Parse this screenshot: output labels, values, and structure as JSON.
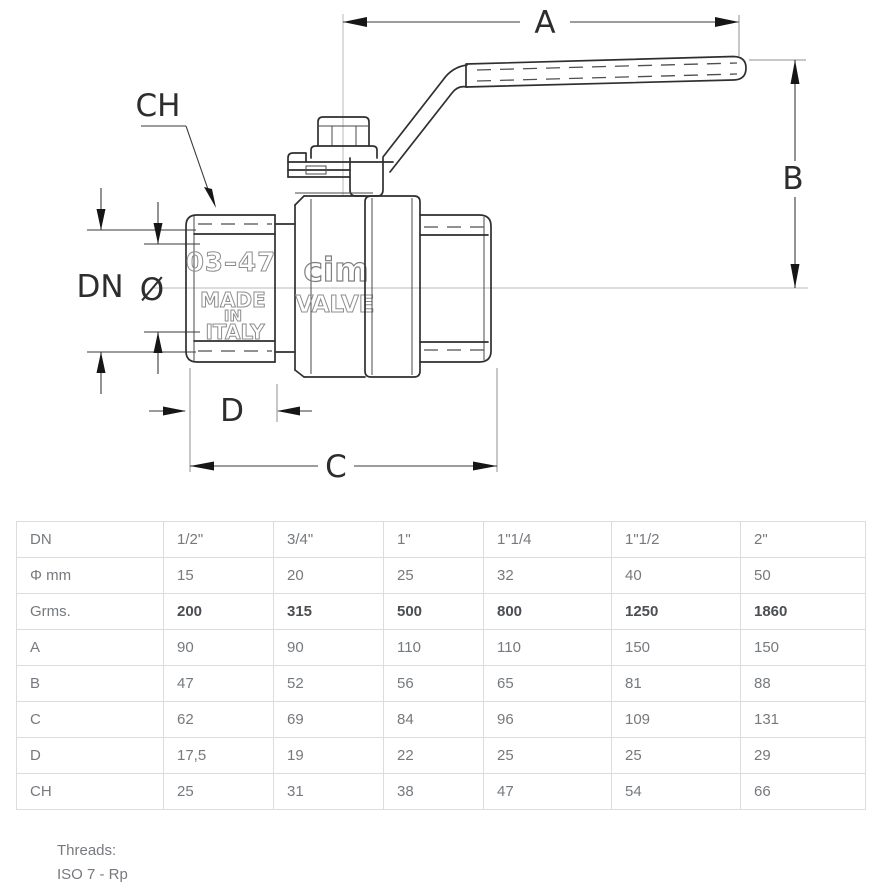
{
  "drawing": {
    "dims": {
      "a": "A",
      "b": "B",
      "c": "C",
      "d": "D",
      "ch": "CH",
      "dn": "DN",
      "phi": "Ø"
    },
    "engravings": {
      "date_code": "03–47",
      "made": "MADE",
      "in_word": "IN",
      "italy": "ITALY",
      "brand": "cim",
      "valve": "VALVE"
    },
    "line_color": "#2f2f2f",
    "centerline_color": "#b9b9b9"
  },
  "table": {
    "rows": [
      {
        "label": "DN",
        "values": [
          "1/2\"",
          "3/4\"",
          "1\"",
          "1\"1/4",
          "1\"1/2",
          "2\""
        ]
      },
      {
        "label": "Φ mm",
        "values": [
          "15",
          "20",
          "25",
          "32",
          "40",
          "50"
        ]
      },
      {
        "label": "Grms.",
        "values": [
          "200",
          "315",
          "500",
          "800",
          "1250",
          "1860"
        ]
      },
      {
        "label": "A",
        "values": [
          "90",
          "90",
          "110",
          "110",
          "150",
          "150"
        ]
      },
      {
        "label": "B",
        "values": [
          "47",
          "52",
          "56",
          "65",
          "81",
          "88"
        ]
      },
      {
        "label": "C",
        "values": [
          "62",
          "69",
          "84",
          "96",
          "109",
          "131"
        ]
      },
      {
        "label": "D",
        "values": [
          "17,5",
          "19",
          "22",
          "25",
          "25",
          "29"
        ]
      },
      {
        "label": "CH",
        "values": [
          "25",
          "31",
          "38",
          "47",
          "54",
          "66"
        ]
      }
    ],
    "border_color": "#dadcde",
    "text_color": "#76797d",
    "bold_color": "#4b4e52"
  },
  "footer": {
    "threads_label": "Threads:",
    "threads_value": "ISO 7 - Rp"
  }
}
